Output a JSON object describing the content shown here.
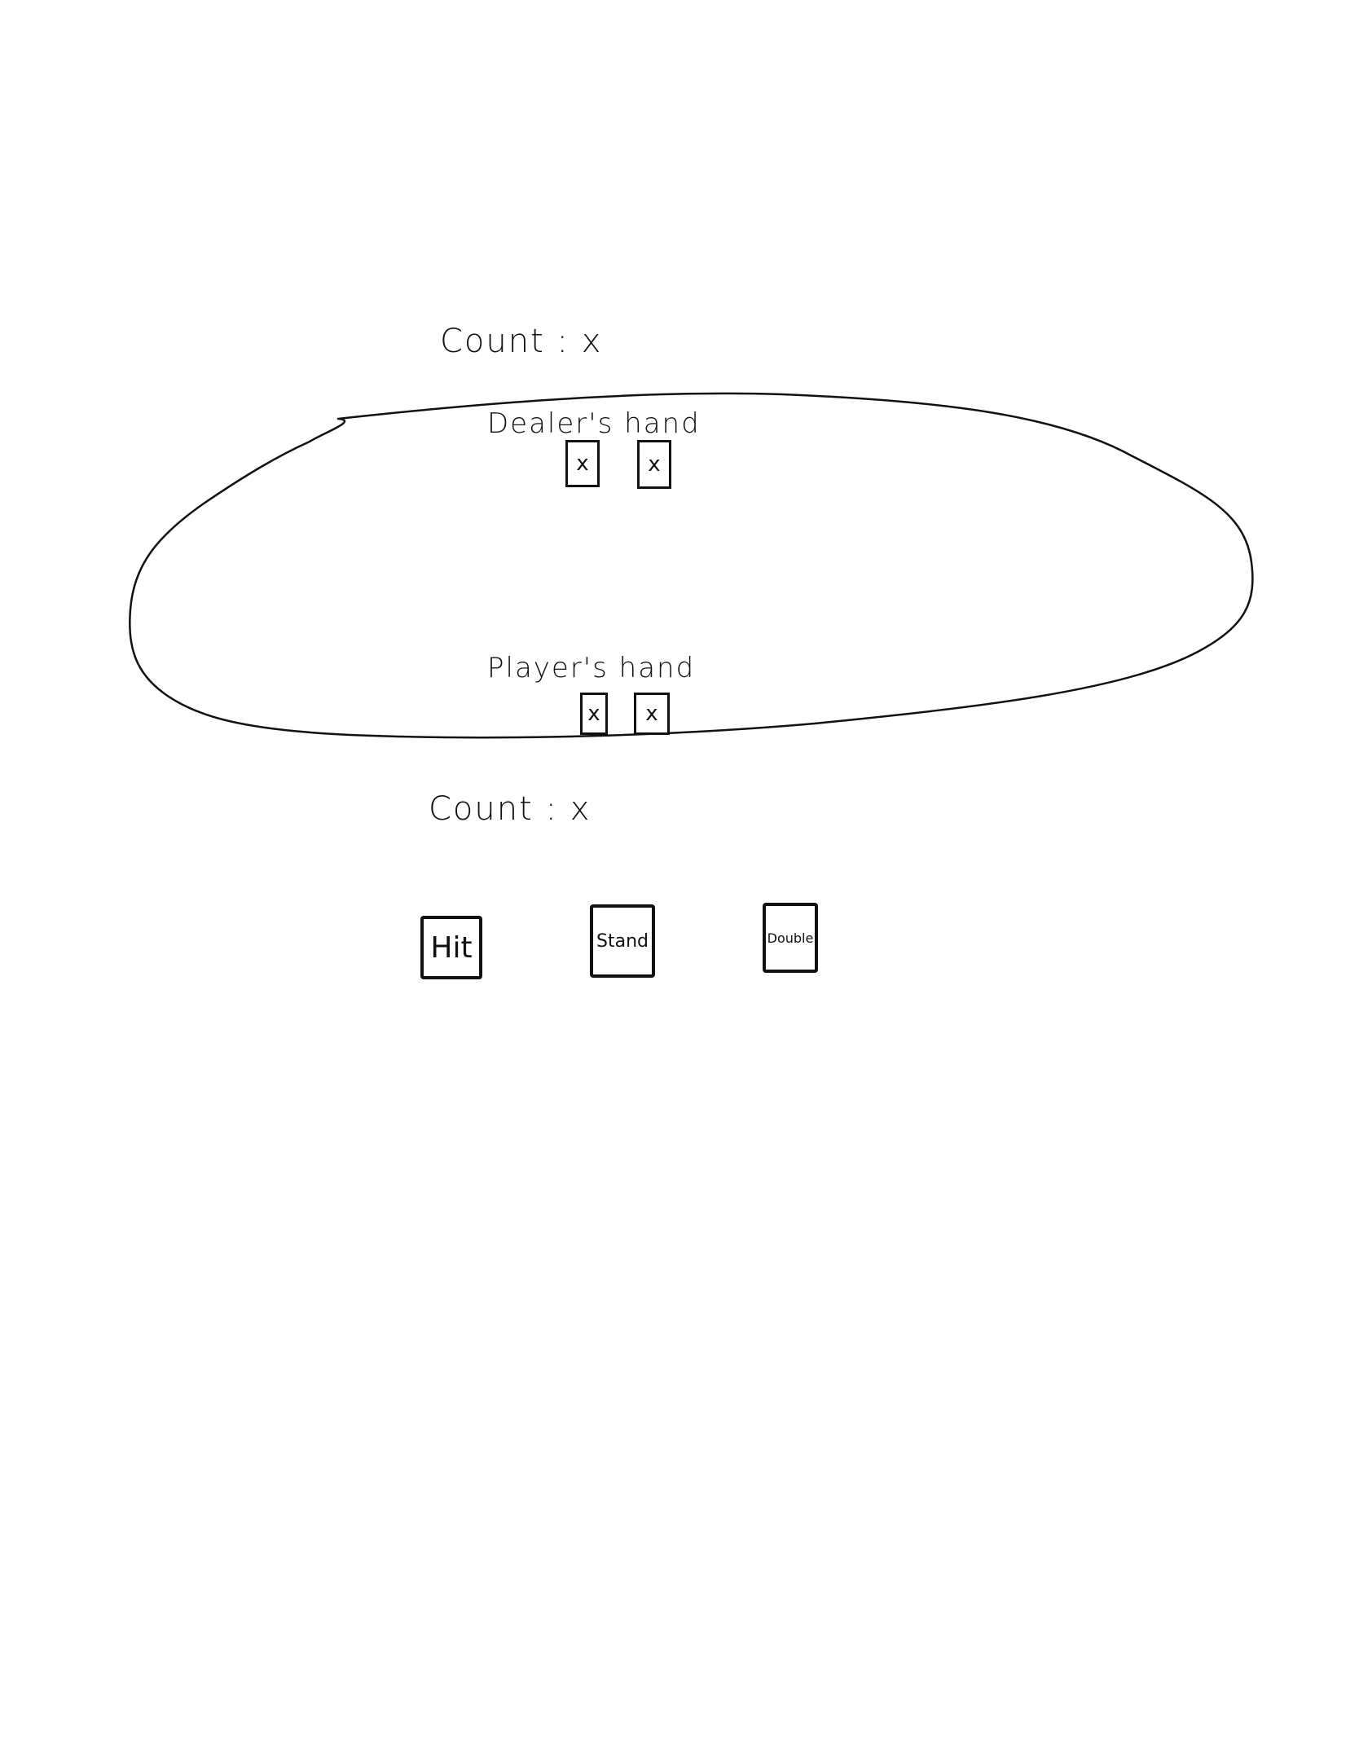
{
  "dealer": {
    "count_text": "Count : x",
    "hand_label": "Dealer's hand",
    "cards": [
      "x",
      "x"
    ]
  },
  "player": {
    "hand_label": "Player's hand",
    "cards": [
      "x",
      "x"
    ],
    "count_text": "Count : x"
  },
  "actions": {
    "hit_label": "Hit",
    "stand_label": "Stand",
    "double_label": "Double"
  },
  "colors": {
    "ink": "#111111",
    "background": "#ffffff"
  }
}
